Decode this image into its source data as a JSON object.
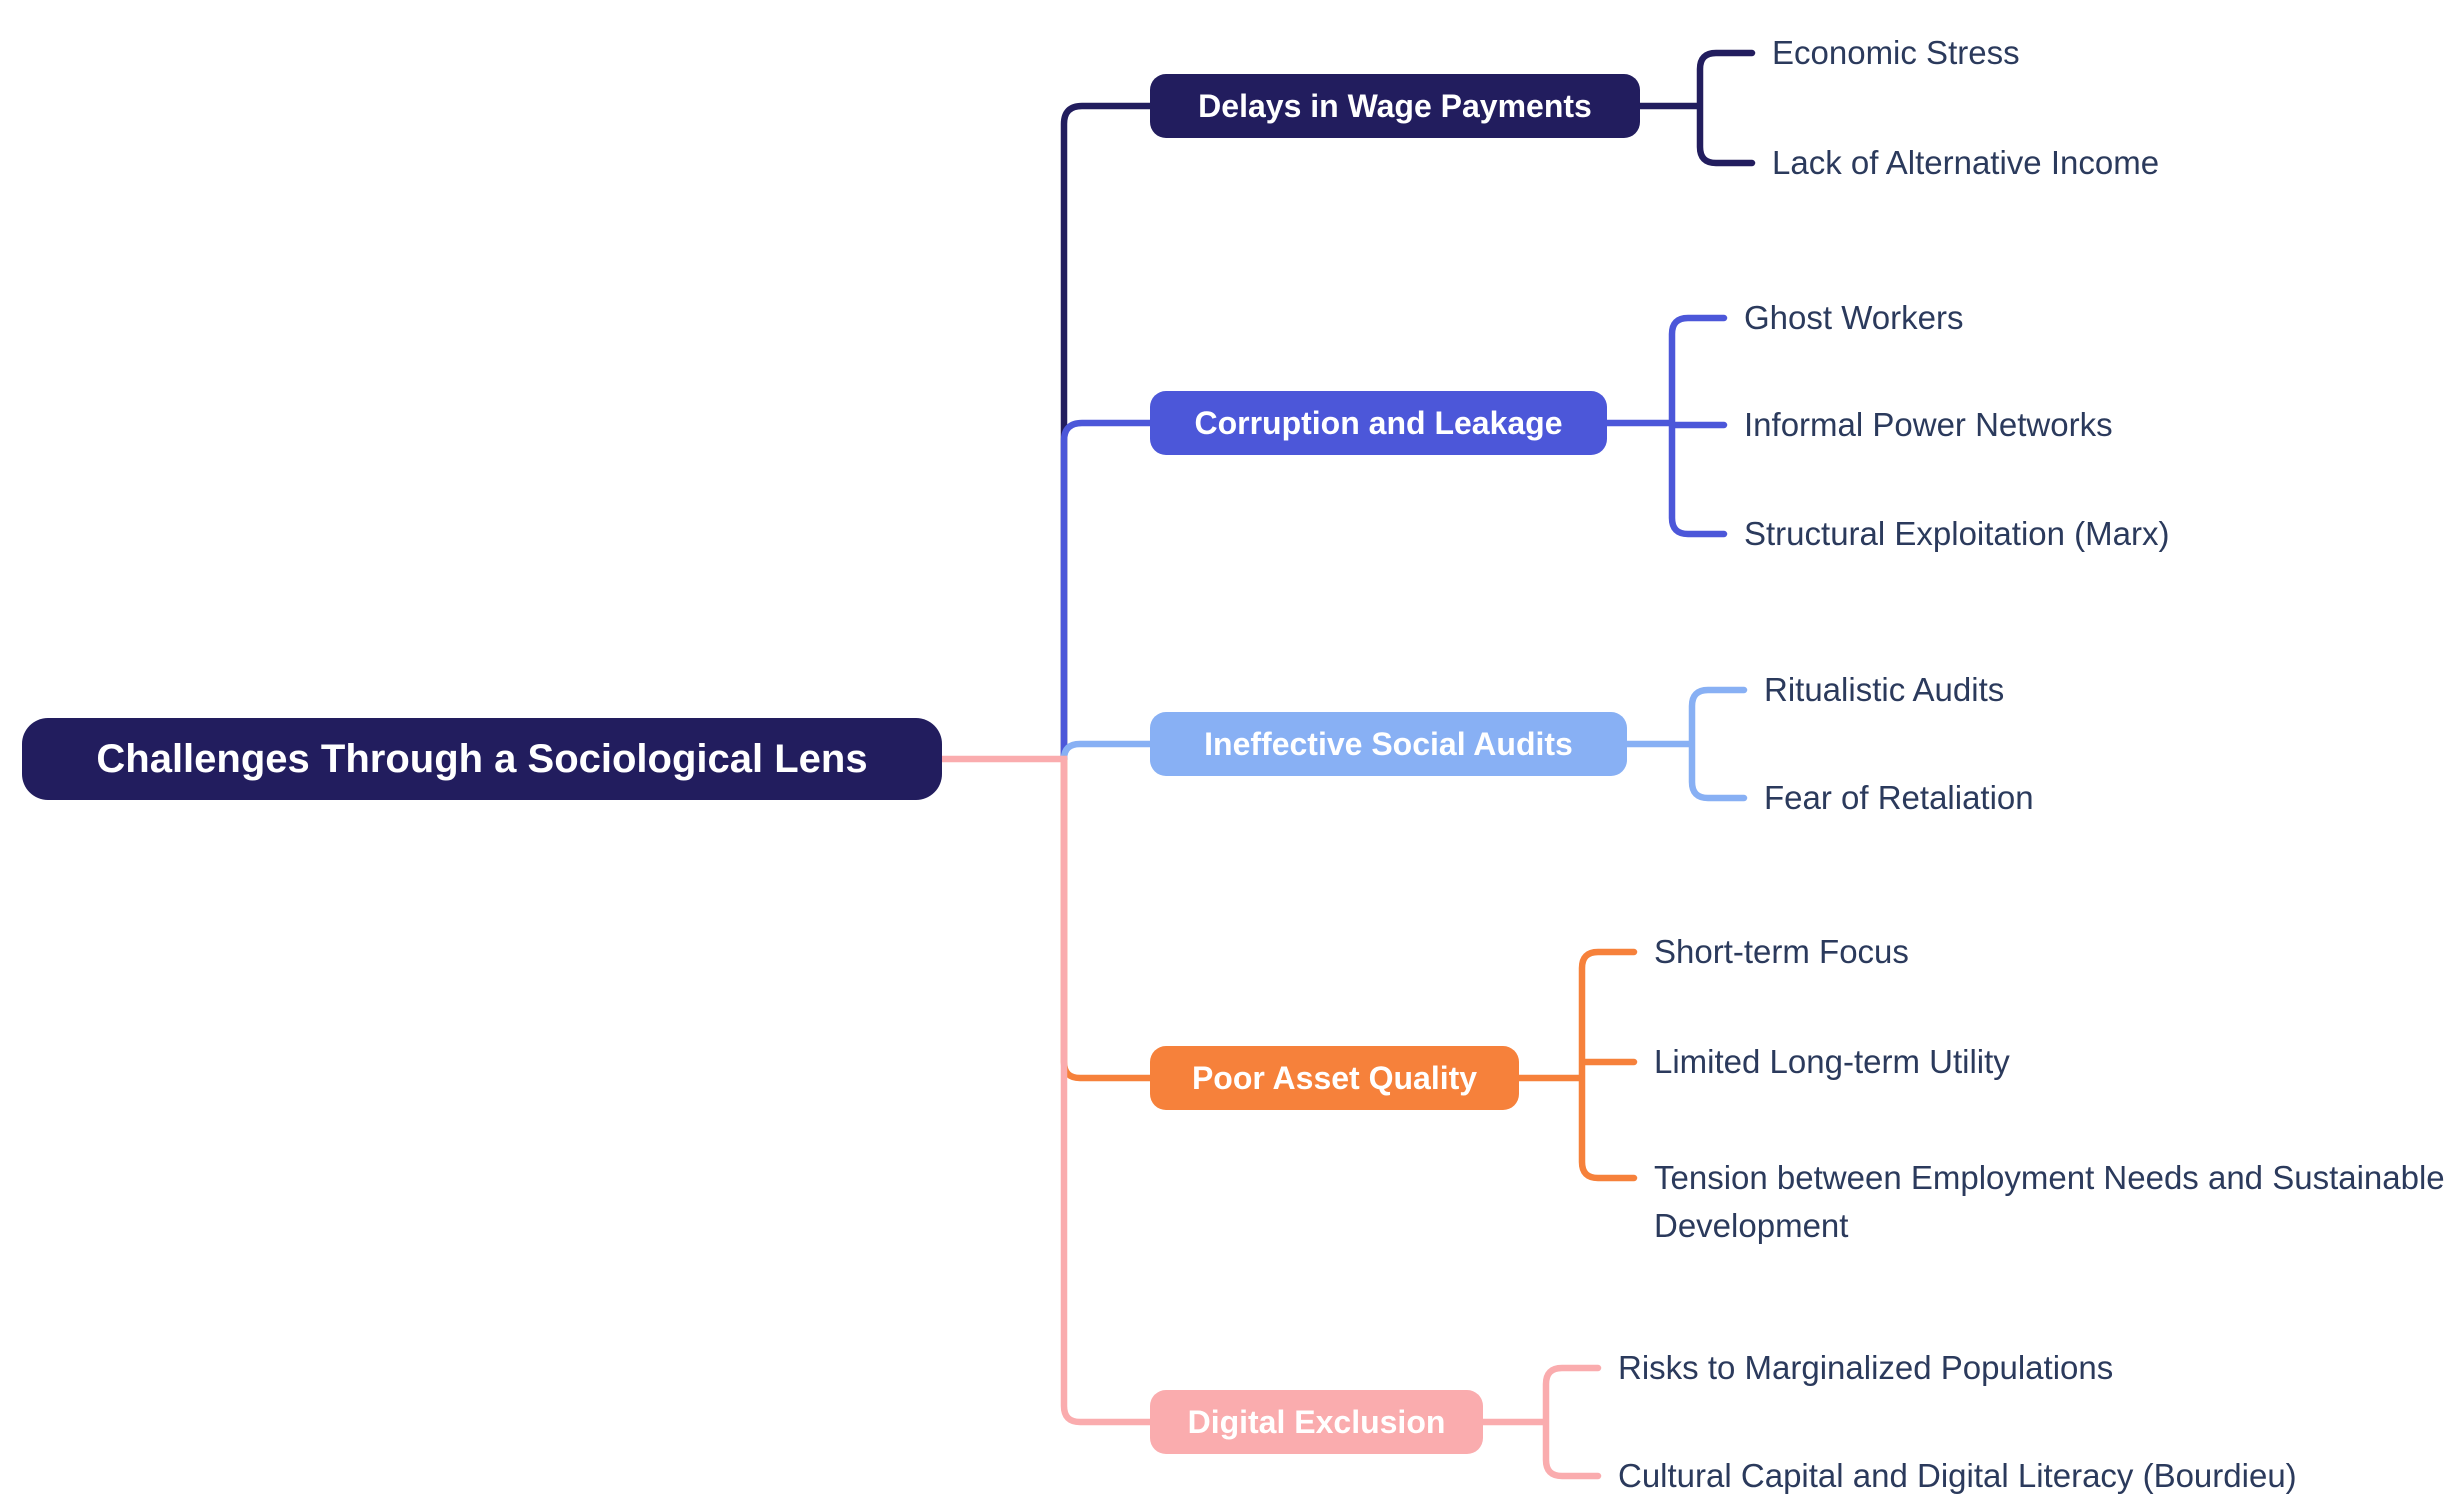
{
  "root": {
    "label": "Challenges Through a Sociological Lens",
    "color": "#221d5e"
  },
  "branches": [
    {
      "label": "Delays in Wage Payments",
      "color": "#221d5e",
      "children": [
        "Economic Stress",
        "Lack of Alternative Income"
      ]
    },
    {
      "label": "Corruption and Leakage",
      "color": "#4c57d9",
      "children": [
        "Ghost Workers",
        "Informal Power Networks",
        "Structural Exploitation (Marx)"
      ]
    },
    {
      "label": "Ineffective Social Audits",
      "color": "#88b0f4",
      "children": [
        "Ritualistic Audits",
        "Fear of Retaliation"
      ]
    },
    {
      "label": "Poor Asset Quality",
      "color": "#f6813b",
      "children": [
        "Short-term Focus",
        "Limited Long-term Utility",
        "Tension between Employment Needs and Sustainable Development"
      ]
    },
    {
      "label": "Digital Exclusion",
      "color": "#faacae",
      "children": [
        "Risks to Marginalized Populations",
        "Cultural Capital and Digital Literacy (Bourdieu)"
      ]
    }
  ],
  "colors": {
    "background": "#ffffff",
    "root_fill": "#221d5e",
    "branch_fills": [
      "#221d5e",
      "#4c57d9",
      "#88b0f4",
      "#f6813b",
      "#faacae"
    ],
    "node_text": "#ffffff",
    "child_text": "#2b3a5c"
  }
}
